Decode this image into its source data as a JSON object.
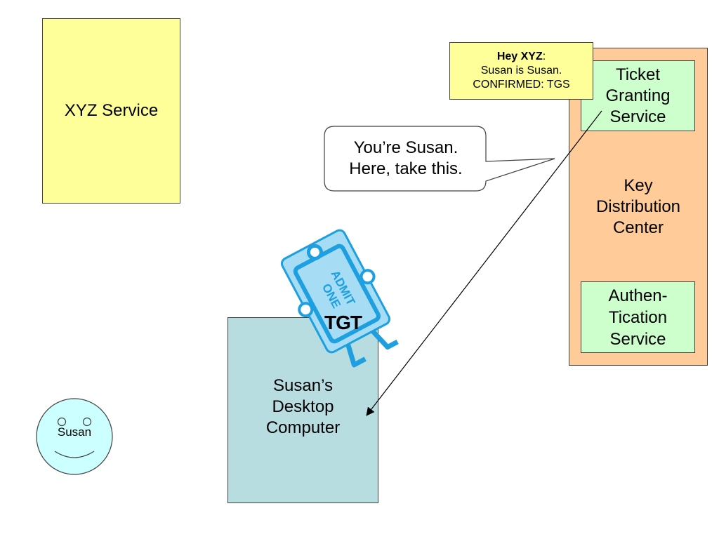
{
  "xyz_service": {
    "label": "XYZ Service"
  },
  "kdc": {
    "lines": [
      "Key",
      "Distribution",
      "Center"
    ]
  },
  "tgs": {
    "lines": [
      "Ticket",
      "Granting",
      "Service"
    ]
  },
  "as": {
    "lines": [
      "Authen-",
      "Tication",
      "Service"
    ]
  },
  "note": {
    "heading": "Hey XYZ",
    "heading_suffix": ":",
    "line2": "Susan is Susan.",
    "line3": "CONFIRMED: TGS"
  },
  "speech_bubble": {
    "lines": [
      "You’re Susan.",
      "Here, take this."
    ]
  },
  "desktop": {
    "lines": [
      "Susan’s",
      "Desktop",
      "Computer"
    ]
  },
  "ticket": {
    "label": "TGT",
    "stamp": "ADMIT ONE",
    "stamp_lines": [
      "ADMIT",
      "ONE"
    ]
  },
  "user": {
    "name": "Susan"
  },
  "colors": {
    "xyz_fill": "#ffff99",
    "kdc_fill": "#ffcc99",
    "service_fill": "#ccffcc",
    "desktop_fill": "#b7dde1",
    "face_fill": "#ccffff",
    "ticket_blue": "#1e9fe0",
    "ticket_light": "#a6ddf5"
  }
}
